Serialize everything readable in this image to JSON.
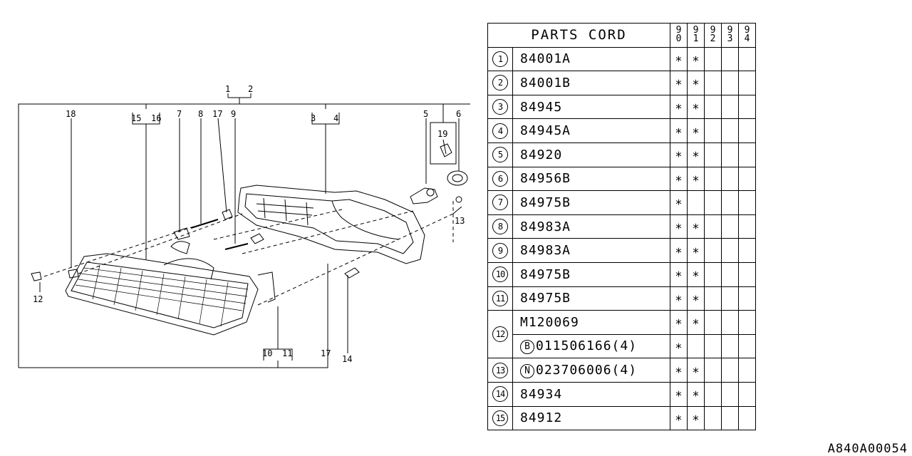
{
  "diagram": {
    "callouts": [
      {
        "text": "1",
        "pos": "top"
      },
      {
        "text": "2",
        "pos": "top"
      },
      {
        "text": "18"
      },
      {
        "text": "15"
      },
      {
        "text": "16"
      },
      {
        "text": "7"
      },
      {
        "text": "8"
      },
      {
        "text": "17"
      },
      {
        "text": "9"
      },
      {
        "text": "3"
      },
      {
        "text": "4"
      },
      {
        "text": "5"
      },
      {
        "text": "6"
      },
      {
        "text": "19"
      },
      {
        "text": "13"
      },
      {
        "text": "12"
      },
      {
        "text": "10"
      },
      {
        "text": "11"
      },
      {
        "text": "17"
      },
      {
        "text": "14"
      }
    ]
  },
  "table": {
    "header": "PARTS CORD",
    "years": [
      [
        "9",
        "0"
      ],
      [
        "9",
        "1"
      ],
      [
        "9",
        "2"
      ],
      [
        "9",
        "3"
      ],
      [
        "9",
        "4"
      ]
    ],
    "mark": "∗",
    "rows": [
      {
        "no": "1",
        "code": "84001A",
        "years": [
          1,
          1,
          0,
          0,
          0
        ]
      },
      {
        "no": "2",
        "code": "84001B",
        "years": [
          1,
          1,
          0,
          0,
          0
        ]
      },
      {
        "no": "3",
        "code": "84945",
        "years": [
          1,
          1,
          0,
          0,
          0
        ]
      },
      {
        "no": "4",
        "code": "84945A",
        "years": [
          1,
          1,
          0,
          0,
          0
        ]
      },
      {
        "no": "5",
        "code": "84920",
        "years": [
          1,
          1,
          0,
          0,
          0
        ]
      },
      {
        "no": "6",
        "code": "84956B",
        "years": [
          1,
          1,
          0,
          0,
          0
        ]
      },
      {
        "no": "7",
        "code": "84975B",
        "years": [
          1,
          0,
          0,
          0,
          0
        ]
      },
      {
        "no": "8",
        "code": "84983A",
        "years": [
          1,
          1,
          0,
          0,
          0
        ]
      },
      {
        "no": "9",
        "code": "84983A",
        "years": [
          1,
          1,
          0,
          0,
          0
        ]
      },
      {
        "no": "10",
        "code": "84975B",
        "years": [
          1,
          1,
          0,
          0,
          0
        ]
      },
      {
        "no": "11",
        "code": "84975B",
        "years": [
          1,
          1,
          0,
          0,
          0
        ]
      },
      {
        "no": "12",
        "code": "M120069",
        "years": [
          1,
          1,
          0,
          0,
          0
        ],
        "span": 2
      },
      {
        "no": "",
        "prefix": "B",
        "code": "011506166(4)",
        "years": [
          1,
          0,
          0,
          0,
          0
        ],
        "cont": true
      },
      {
        "no": "13",
        "prefix": "N",
        "code": "023706006(4)",
        "years": [
          1,
          1,
          0,
          0,
          0
        ]
      },
      {
        "no": "14",
        "code": "84934",
        "years": [
          1,
          1,
          0,
          0,
          0
        ]
      },
      {
        "no": "15",
        "code": "84912",
        "years": [
          1,
          1,
          0,
          0,
          0
        ]
      }
    ]
  },
  "reference": "A840A00054"
}
